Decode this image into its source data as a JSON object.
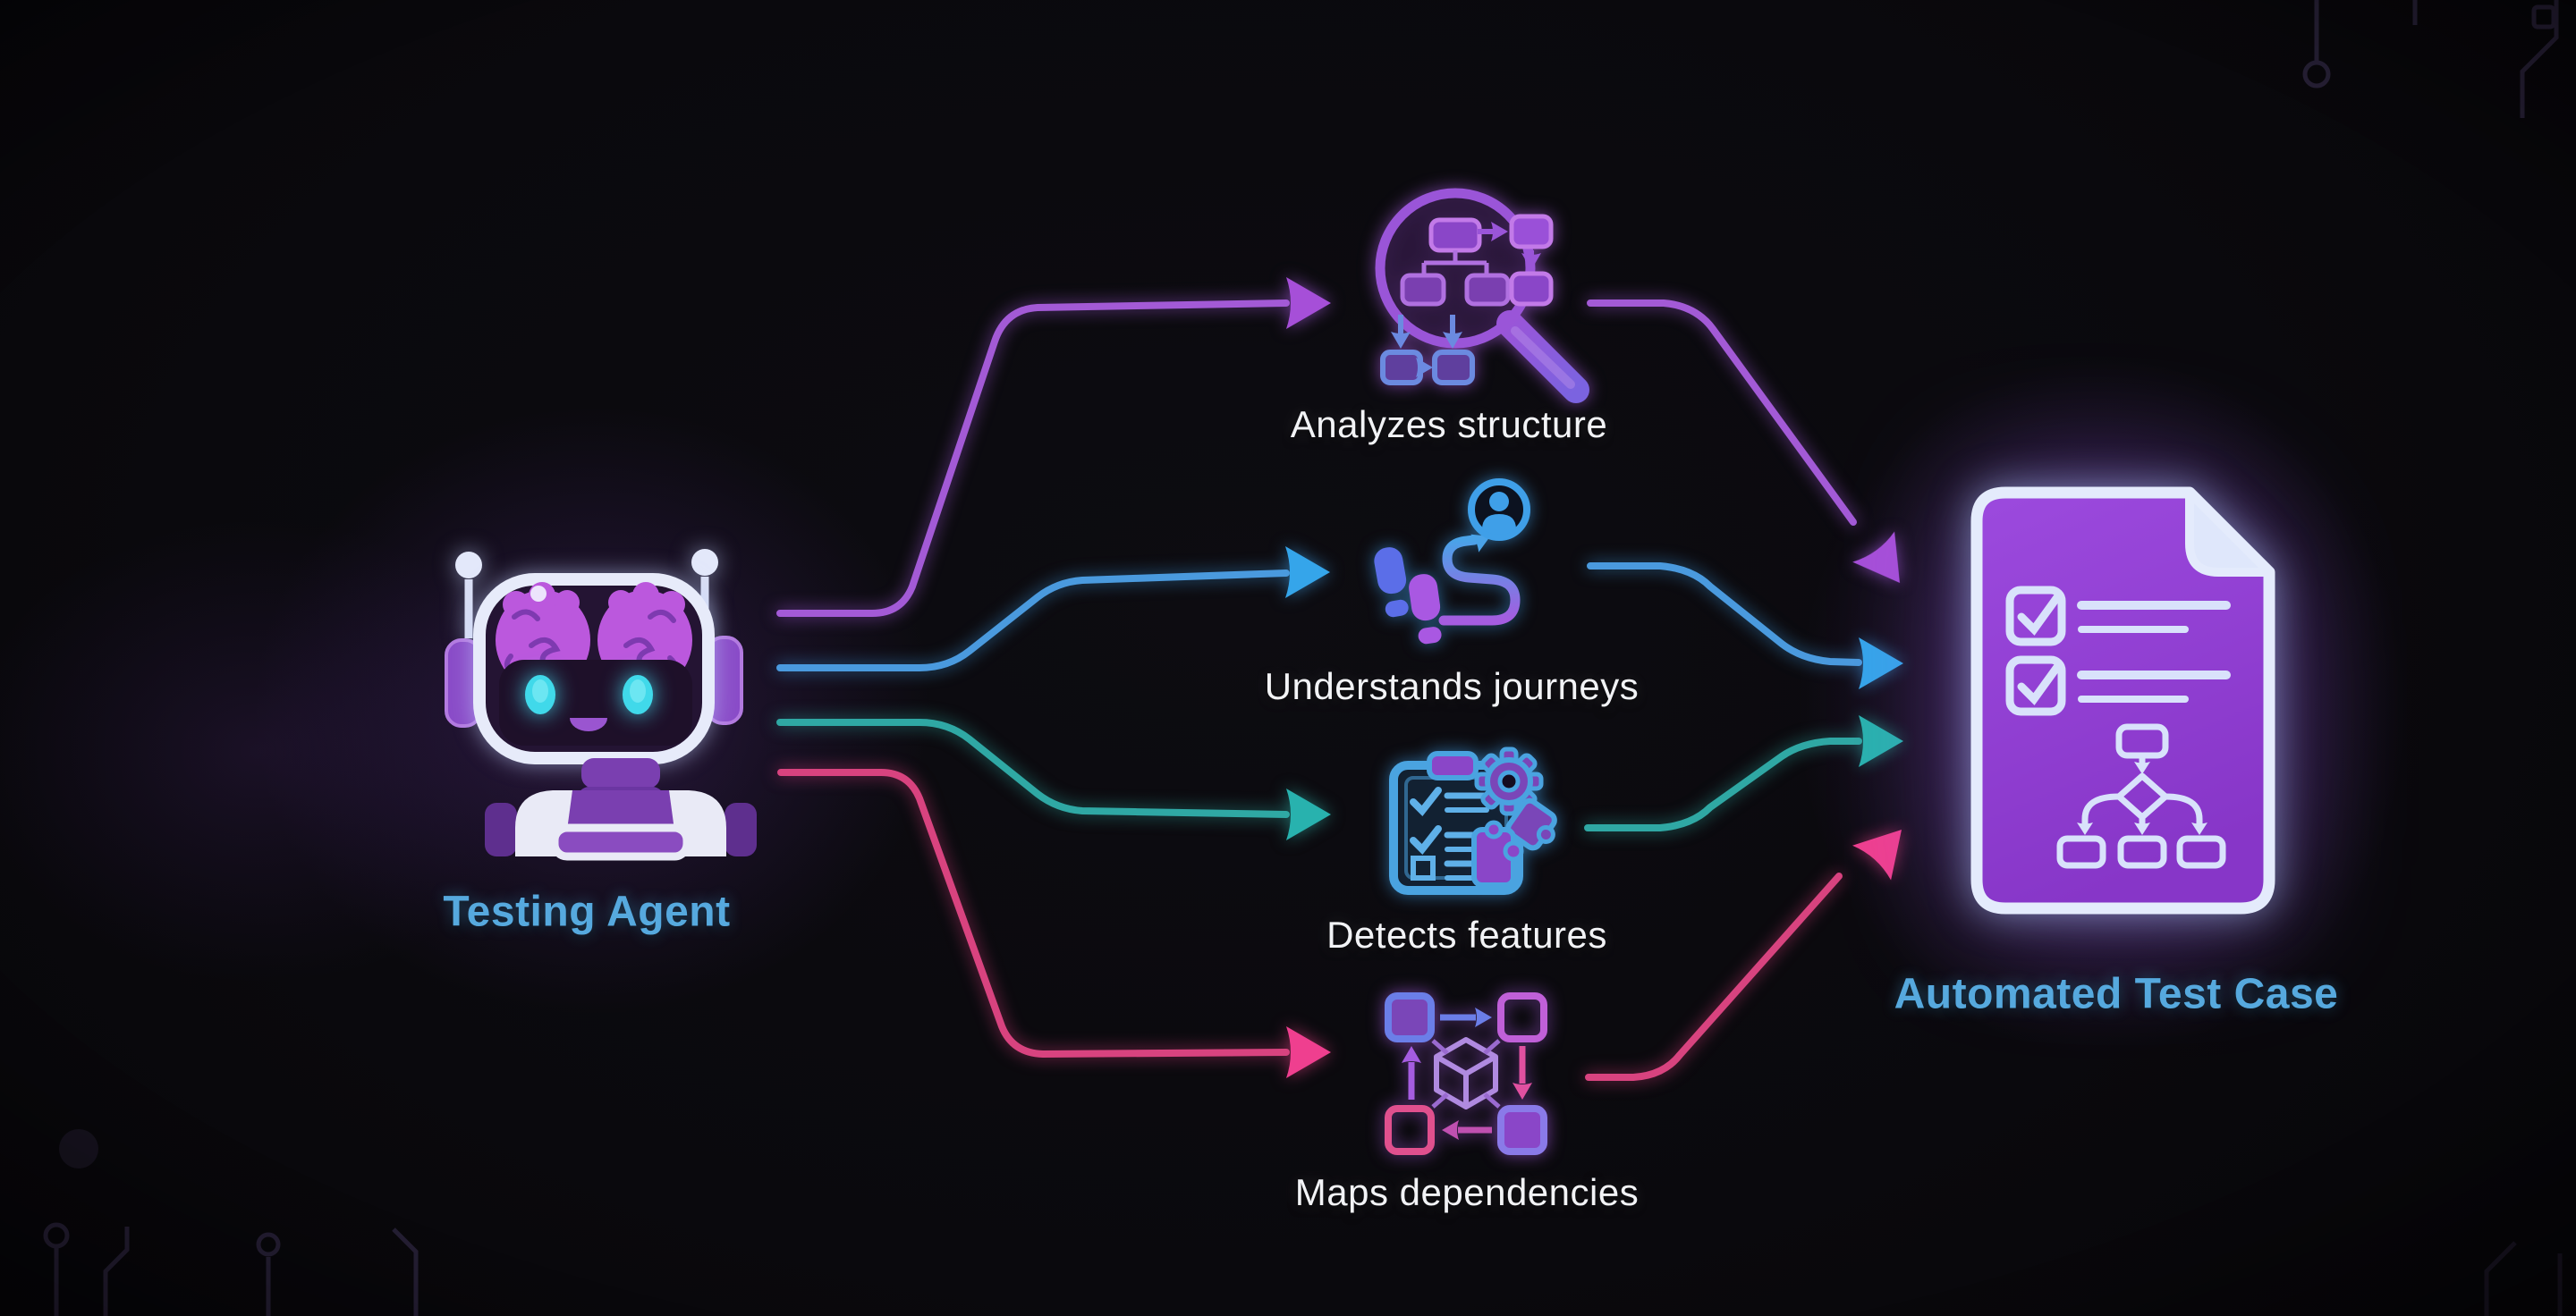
{
  "diagram": {
    "agent": {
      "label": "Testing Agent",
      "icon": "robot-brain-icon"
    },
    "features": [
      {
        "label": "Analyzes structure",
        "icon": "magnifier-structure-icon",
        "line_color": "#a35ad6"
      },
      {
        "label": "Understands journeys",
        "icon": "footprints-journey-icon",
        "line_color": "#4a9ade"
      },
      {
        "label": "Detects features",
        "icon": "clipboard-gear-puzzle-icon",
        "line_color": "#2fa8a4"
      },
      {
        "label": "Maps dependencies",
        "icon": "dependency-graph-icon",
        "line_color": "#d8437f"
      }
    ],
    "output": {
      "label": "Automated Test Case",
      "icon": "test-case-document-icon"
    },
    "colors": {
      "background": "#0a090d",
      "feature_text": "#f2f3f6",
      "caption_text": "#56a9de",
      "document_fill": "#9343d6",
      "document_border": "#e4ebfc",
      "robot_brain": "#bb58dd",
      "robot_eyes": "#40d9ea"
    }
  }
}
